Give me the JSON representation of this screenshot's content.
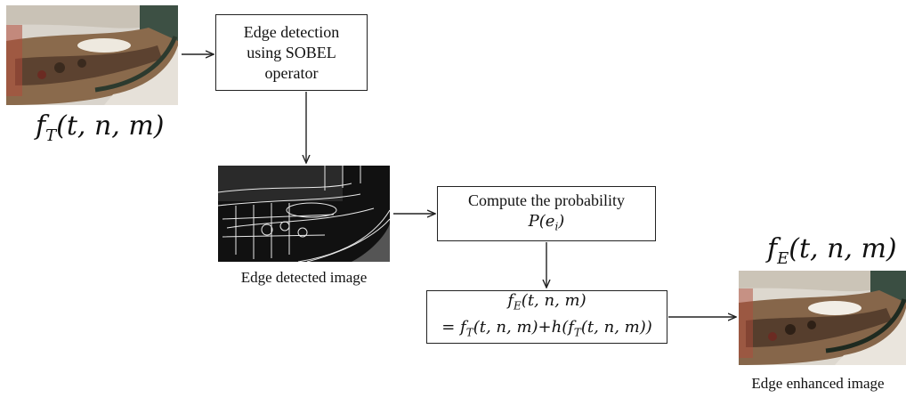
{
  "nodes": {
    "sobel": {
      "line1": "Edge detection",
      "line2": "using SOBEL",
      "line3": "operator"
    },
    "probability": {
      "line1": "Compute the probability",
      "line2": "P(e",
      "line2_sub": "i",
      "line2_end": ")"
    },
    "formula": {
      "line1": "f",
      "line1_sub": "E",
      "line1_end": "(t, n, m)",
      "line2_a": "= f",
      "line2_sub": "T",
      "line2_b": "(t, n, m)+h(f",
      "line2_sub2": "T",
      "line2_c": "(t, n, m))"
    }
  },
  "labels": {
    "input": {
      "f": "f",
      "sub": "T",
      "args": "(t, n, m)"
    },
    "output": {
      "f": "f",
      "sub": "E",
      "args": "(t, n, m)"
    },
    "edge_detected": "Edge detected image",
    "edge_enhanced": "Edge enhanced image"
  },
  "colors": {
    "line": "#222222",
    "edge_bg": "#111111",
    "edge_line": "#e8e8e8"
  }
}
